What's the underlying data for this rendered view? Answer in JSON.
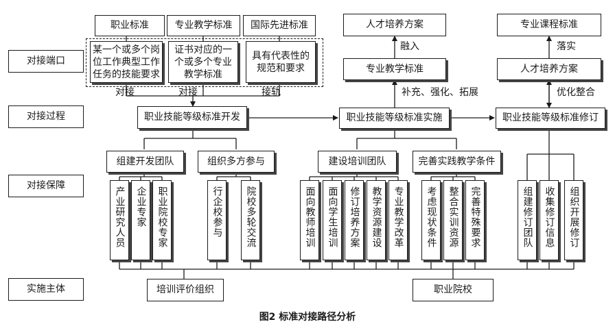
{
  "rows": {
    "port": "对接端口",
    "process": "对接过程",
    "guarantee": "对接保障",
    "subject": "实施主体"
  },
  "port": {
    "std_vocational": "职业标准",
    "std_teaching": "专业教学标准",
    "std_international": "国际先进标准",
    "desc_vocational": "某一个或多个岗位工作典型工作任务的技能要求",
    "desc_teaching": "证书对应的一个或多个专业教学标准",
    "desc_international": "具有代表性的规范和要求",
    "link_a": "对接",
    "link_b": "对接",
    "link_c": "接轨",
    "talent_plan_top": "人才培养方案",
    "integrate": "融入",
    "prof_teaching_std": "专业教学标准",
    "prof_course_std": "专业课程标准",
    "implement": "落实",
    "talent_plan_mid": "人才培养方案"
  },
  "process": {
    "develop": "职业技能等级标准开发",
    "practice": "职业技能等级标准实施",
    "revise": "职业技能等级标准修订",
    "supplement": "补充、强化、拓展",
    "optimize": "优化整合"
  },
  "guarantee": {
    "team_build": "组建开发团队",
    "multi_party": "组织多方参与",
    "training_team": "建设培训团队",
    "conditions": "完善实践教学条件",
    "items": {
      "industry_researchers": "产业研究人员",
      "enterprise_experts": "企业专家",
      "college_experts": "职业院校专家",
      "industry_school": "行企校参与",
      "rotation": "院校多轮交流",
      "teacher_training": "面向教师培训",
      "student_training": "面向学生培训",
      "revise_plan": "修订培养方案",
      "resources": "教学资源建设",
      "reform": "专业教学改革",
      "consider_status": "考虑现状条件",
      "integrate_resources": "整合实训资源",
      "special_req": "完善特殊要求",
      "revise_team": "组建修订团队",
      "collect_info": "收集修订信息",
      "organize_revise": "组织开展修订"
    }
  },
  "subject": {
    "training_org": "培训评价组织",
    "college": "职业院校"
  },
  "caption": "图2    标准对接路径分析"
}
